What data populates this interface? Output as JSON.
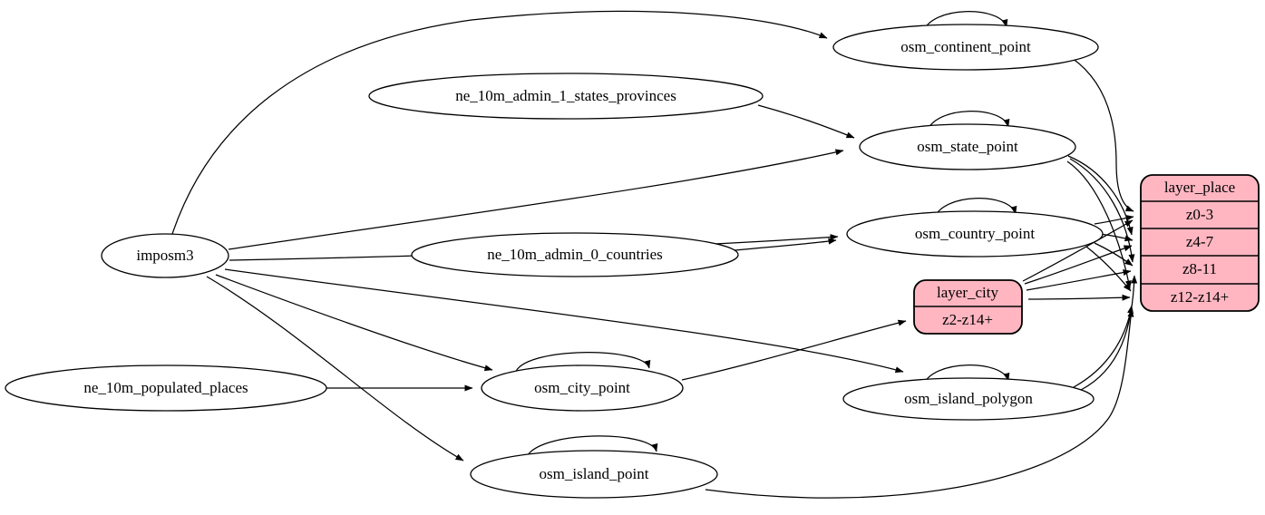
{
  "diagram": {
    "type": "etl-graph",
    "background_color": "#ffffff",
    "edge_color": "#000000",
    "table_node_fill": "#ffffff",
    "layer_node_fill": "#ffb6c1",
    "text_color": "#000000"
  },
  "nodes": {
    "imposm3": {
      "label": "imposm3",
      "shape": "ellipse"
    },
    "ne_10m_admin_1_states_provinces": {
      "label": "ne_10m_admin_1_states_provinces",
      "shape": "ellipse"
    },
    "ne_10m_admin_0_countries": {
      "label": "ne_10m_admin_0_countries",
      "shape": "ellipse"
    },
    "ne_10m_populated_places": {
      "label": "ne_10m_populated_places",
      "shape": "ellipse"
    },
    "osm_continent_point": {
      "label": "osm_continent_point",
      "shape": "ellipse",
      "self_loop": true
    },
    "osm_state_point": {
      "label": "osm_state_point",
      "shape": "ellipse",
      "self_loop": true
    },
    "osm_country_point": {
      "label": "osm_country_point",
      "shape": "ellipse",
      "self_loop": true
    },
    "osm_city_point": {
      "label": "osm_city_point",
      "shape": "ellipse",
      "self_loop": true
    },
    "osm_island_polygon": {
      "label": "osm_island_polygon",
      "shape": "ellipse",
      "self_loop": true
    },
    "osm_island_point": {
      "label": "osm_island_point",
      "shape": "ellipse",
      "self_loop": true
    },
    "layer_city": {
      "title": "layer_city",
      "shape": "record",
      "rows": [
        "z2-z14+"
      ]
    },
    "layer_place": {
      "title": "layer_place",
      "shape": "record",
      "rows": [
        "z0-3",
        "z4-7",
        "z8-11",
        "z12-z14+"
      ]
    }
  },
  "edges": [
    {
      "from": "imposm3",
      "to": "osm_continent_point"
    },
    {
      "from": "imposm3",
      "to": "osm_state_point"
    },
    {
      "from": "imposm3",
      "to": "osm_country_point"
    },
    {
      "from": "imposm3",
      "to": "osm_city_point"
    },
    {
      "from": "imposm3",
      "to": "osm_island_polygon"
    },
    {
      "from": "imposm3",
      "to": "osm_island_point"
    },
    {
      "from": "ne_10m_admin_1_states_provinces",
      "to": "osm_state_point"
    },
    {
      "from": "ne_10m_admin_0_countries",
      "to": "osm_country_point"
    },
    {
      "from": "ne_10m_populated_places",
      "to": "osm_city_point"
    },
    {
      "from": "osm_continent_point",
      "to": "osm_continent_point"
    },
    {
      "from": "osm_state_point",
      "to": "osm_state_point"
    },
    {
      "from": "osm_country_point",
      "to": "osm_country_point"
    },
    {
      "from": "osm_city_point",
      "to": "osm_city_point"
    },
    {
      "from": "osm_island_polygon",
      "to": "osm_island_polygon"
    },
    {
      "from": "osm_island_point",
      "to": "osm_island_point"
    },
    {
      "from": "osm_continent_point",
      "to": "layer_place:z0-3"
    },
    {
      "from": "osm_country_point",
      "to": "layer_place:z0-3"
    },
    {
      "from": "osm_country_point",
      "to": "layer_place:z4-7"
    },
    {
      "from": "osm_country_point",
      "to": "layer_place:z8-11"
    },
    {
      "from": "osm_country_point",
      "to": "layer_place:z12-z14+"
    },
    {
      "from": "osm_state_point",
      "to": "layer_place:z4-7"
    },
    {
      "from": "osm_state_point",
      "to": "layer_place:z8-11"
    },
    {
      "from": "osm_state_point",
      "to": "layer_place:z12-z14+"
    },
    {
      "from": "osm_city_point",
      "to": "layer_city:z2-z14+"
    },
    {
      "from": "layer_city:z2-z14+",
      "to": "layer_place:z0-3"
    },
    {
      "from": "layer_city:z2-z14+",
      "to": "layer_place:z4-7"
    },
    {
      "from": "layer_city:z2-z14+",
      "to": "layer_place:z8-11"
    },
    {
      "from": "layer_city:z2-z14+",
      "to": "layer_place:z12-z14+"
    },
    {
      "from": "osm_island_polygon",
      "to": "layer_place:z8-11"
    },
    {
      "from": "osm_island_polygon",
      "to": "layer_place:z12-z14+"
    },
    {
      "from": "osm_island_point",
      "to": "layer_place:z12-z14+"
    }
  ]
}
